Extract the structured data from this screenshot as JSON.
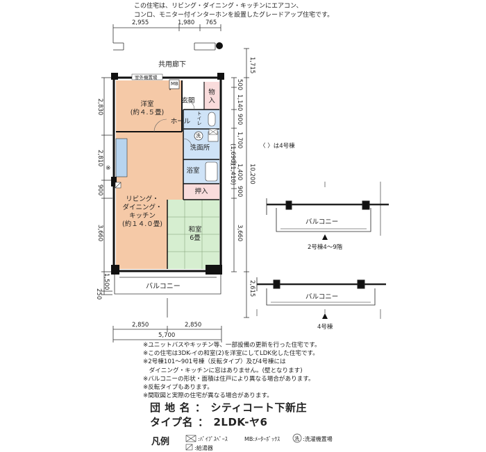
{
  "header_note": {
    "line1": "この住宅は、リビング・ダイニング・キッチンにエアコン、",
    "line2": "コンロ、モニター付インターホンを設置したグレードアップ住宅です。"
  },
  "floor_plan": {
    "corridor_label": "共用廊下",
    "outdoor_unit_label": "室外機置場",
    "mb_label": "MB",
    "rooms": {
      "western": {
        "name": "洋室",
        "size": "(約４.５畳)"
      },
      "genkan": "玄関",
      "storage": {
        "l1": "物",
        "l2": "入"
      },
      "hall": "ホール",
      "toilet": "トイレ",
      "washroom": "洗面所",
      "bath": "浴室",
      "closet": "押入",
      "ldk": {
        "l1": "リビング・",
        "l2": "ダイニング・",
        "l3": "キッチン",
        "l4": "(約１４.０畳)"
      },
      "washitsu": {
        "name": "和室",
        "size": "6畳"
      },
      "balcony": "バルコニー"
    },
    "washer_mark": "洗",
    "asterisk": "※",
    "dims_top": [
      "2,955",
      "1,980",
      "765"
    ],
    "dims_left": [
      "2,830",
      "2,810",
      "900",
      "3,660",
      "1,500",
      "250"
    ],
    "dims_right_inner": [
      "500",
      "1,140",
      "900",
      "1,700",
      "(1,690)",
      "1,400",
      "(1,410)",
      "900",
      "3,660"
    ],
    "dims_right_outer": [
      "1,715",
      "10,200",
      "2,615"
    ],
    "dims_bottom": [
      "2,850",
      "2,850",
      "5,700"
    ]
  },
  "variant_note": "〈 〉は4号棟",
  "variants": [
    {
      "balcony": "バルコニー",
      "caption": "2号棟4～9階"
    },
    {
      "balcony": "バルコニー",
      "caption": "4号棟"
    }
  ],
  "notes": [
    "※ユニットバスやキッチン等、一部設備の更新を行った住宅です。",
    "※この住宅は3DK-イの和室(2)を洋室にしてLDK化した住宅です。",
    "※2号棟101～901号棟（反転タイプ）及び4号棟には",
    "　ダイニング・キッチンに窓はありません。(壁となります)",
    "※バルコニーの形状・面積は住戸により異なる場合があります。",
    "※反転タイプもあります。",
    "※間取図と実際の住宅が異なる場合があります。"
  ],
  "info": {
    "complex_label": "団 地 名",
    "complex_value": "シティコート下新庄",
    "type_label": "タイプ名",
    "type_value": "2LDK-ヤ6",
    "separator": "："
  },
  "legend": {
    "title": "凡例",
    "pipe_space": ":ﾊﾟｲﾌﾟｽﾍﾟｰｽ",
    "meter_box": "MB:ﾒｰﾀｰﾎﾞｯｸｽ",
    "washer_mark": "洗",
    "washer_place": ":洗濯機置場",
    "water_heater": ":給湯器"
  },
  "colors": {
    "western_room": "#f5c9a7",
    "ldk": "#f5c9a7",
    "washitsu": "#d6eed0",
    "wet_area": "#cfe3f7",
    "closet": "#f9dcdc",
    "kitchen_counter": "#b7d4ef",
    "wall": "#111111"
  }
}
